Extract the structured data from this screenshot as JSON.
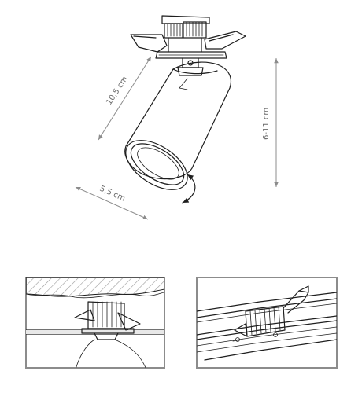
{
  "dimensions": {
    "length": "10,5 cm",
    "diameter": "5,5 cm",
    "cutout_height": "6-11 cm"
  },
  "colors": {
    "line": "#1e1e1e",
    "dimension": "#8c8c8c",
    "hatch": "#9a9a9a"
  }
}
